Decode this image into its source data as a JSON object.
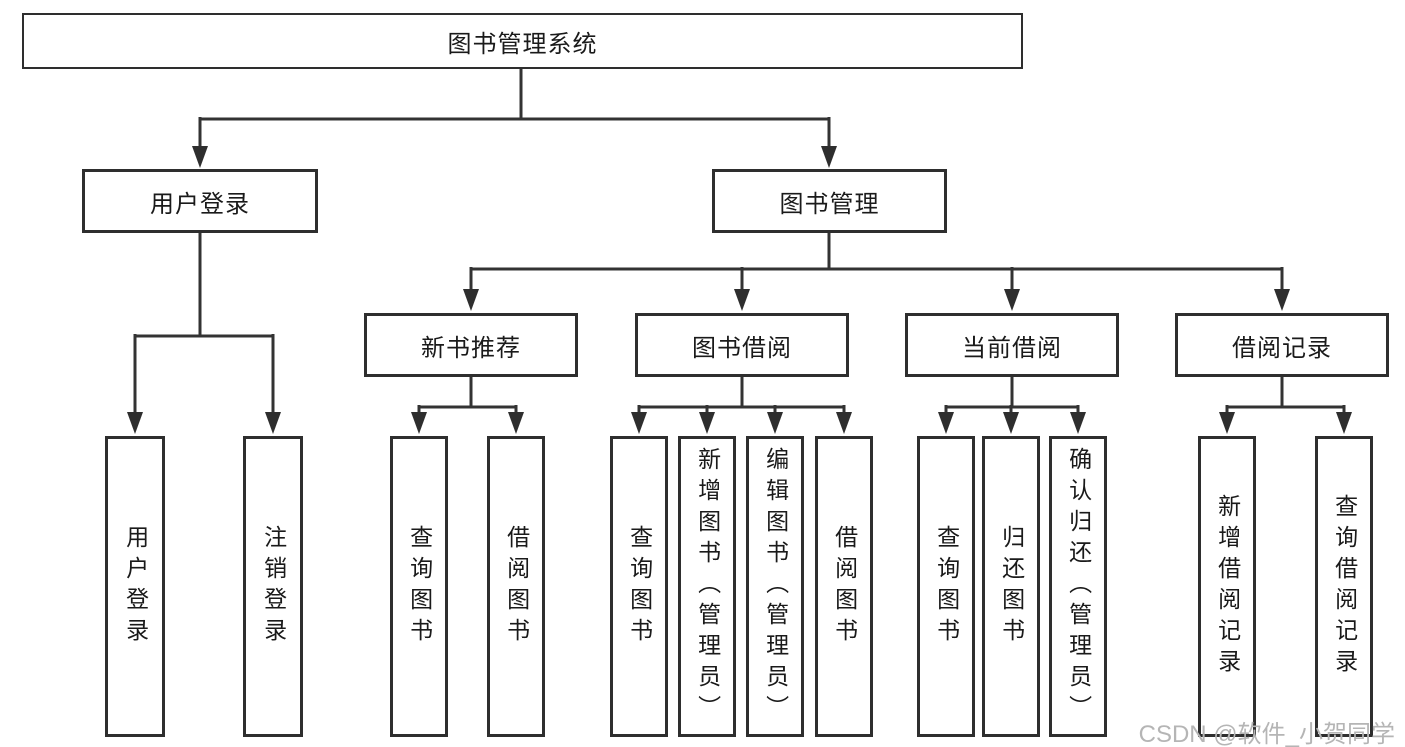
{
  "watermark": "CSDN @软件_小贺同学",
  "colors": {
    "line": "#333333",
    "box_border": "#2e2e2e",
    "text": "#1a1a1a",
    "watermark": "#b5b5b5",
    "background": "#ffffff"
  },
  "nodes": {
    "root": {
      "label": "图书管理系统"
    },
    "level2": [
      {
        "label": "用户登录"
      },
      {
        "label": "图书管理"
      }
    ],
    "level3": [
      {
        "label": "新书推荐",
        "parent": "图书管理"
      },
      {
        "label": "图书借阅",
        "parent": "图书管理"
      },
      {
        "label": "当前借阅",
        "parent": "图书管理"
      },
      {
        "label": "借阅记录",
        "parent": "图书管理"
      }
    ],
    "leaves": [
      {
        "label": "用户登录",
        "parent": "用户登录"
      },
      {
        "label": "注销登录",
        "parent": "用户登录"
      },
      {
        "label": "查询图书",
        "parent": "新书推荐"
      },
      {
        "label": "借阅图书",
        "parent": "新书推荐"
      },
      {
        "label": "查询图书",
        "parent": "图书借阅"
      },
      {
        "label": "新增图书（管理员）",
        "parent": "图书借阅"
      },
      {
        "label": "编辑图书（管理员）",
        "parent": "图书借阅"
      },
      {
        "label": "借阅图书",
        "parent": "图书借阅"
      },
      {
        "label": "查询图书",
        "parent": "当前借阅"
      },
      {
        "label": "归还图书",
        "parent": "当前借阅"
      },
      {
        "label": "确认归还（管理员）",
        "parent": "当前借阅"
      },
      {
        "label": "新增借阅记录",
        "parent": "借阅记录"
      },
      {
        "label": "查询借阅记录",
        "parent": "借阅记录"
      }
    ]
  }
}
